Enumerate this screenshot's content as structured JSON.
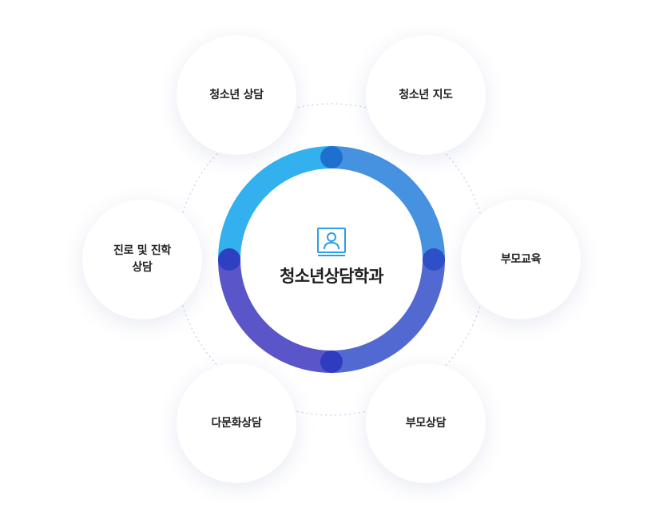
{
  "center": {
    "title": "청소년상담학과",
    "icon": "counselor-icon"
  },
  "colors": {
    "ring_start": "#31b2ee",
    "ring_mid": "#4a86dd",
    "ring_end": "#5b4fc6",
    "joint": "#2e44c4",
    "icon": "#2a9ee6",
    "dotted": "#c9cdf0"
  },
  "nodes": [
    {
      "id": "node-tl",
      "label": "청소년 상담"
    },
    {
      "id": "node-tr",
      "label": "청소년 지도"
    },
    {
      "id": "node-l",
      "label": "진로 및 진학\n상담"
    },
    {
      "id": "node-r",
      "label": "부모교육"
    },
    {
      "id": "node-bl",
      "label": "다문화상담"
    },
    {
      "id": "node-br",
      "label": "부모상담"
    }
  ]
}
